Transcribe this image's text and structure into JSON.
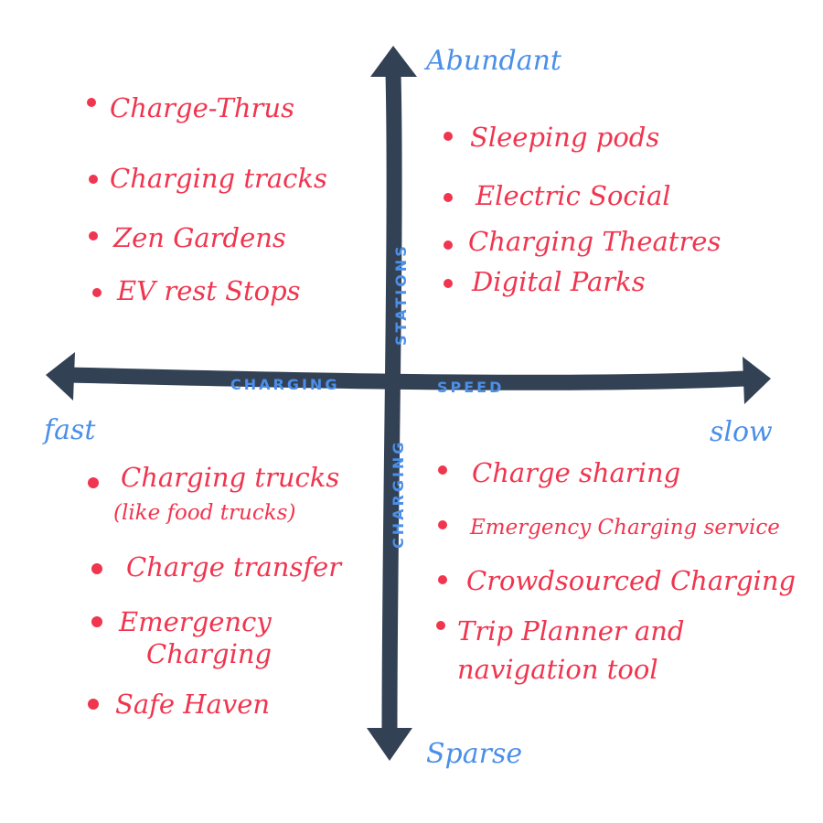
{
  "colors": {
    "axis": "#334155",
    "label": "#4b8fe8",
    "item": "#f0354f"
  },
  "axes": {
    "horizontal_label_left": "CHARGING",
    "horizontal_label_right": "SPEED",
    "vertical_label_top": "STATIONS",
    "vertical_label_bottom": "CHARGING",
    "top_end": "Abundant",
    "bottom_end": "Sparse",
    "left_end": "fast",
    "right_end": "slow"
  },
  "quadrants": {
    "top_left": [
      "Charge-Thrus",
      "Charging tracks",
      "Zen Gardens",
      "EV rest Stops"
    ],
    "top_right": [
      "Sleeping pods",
      "Electric Social",
      "Charging Theatres",
      "Digital Parks"
    ],
    "bottom_left": [
      [
        "Charging trucks",
        "(like food trucks)"
      ],
      [
        "Charge transfer"
      ],
      [
        "Emergency",
        "Charging"
      ],
      [
        "Safe Haven"
      ]
    ],
    "bottom_right": [
      [
        "Charge sharing"
      ],
      [
        "Emergency Charging service"
      ],
      [
        "Crowdsourced Charging"
      ],
      [
        "Trip Planner and",
        "navigation tool"
      ]
    ]
  }
}
